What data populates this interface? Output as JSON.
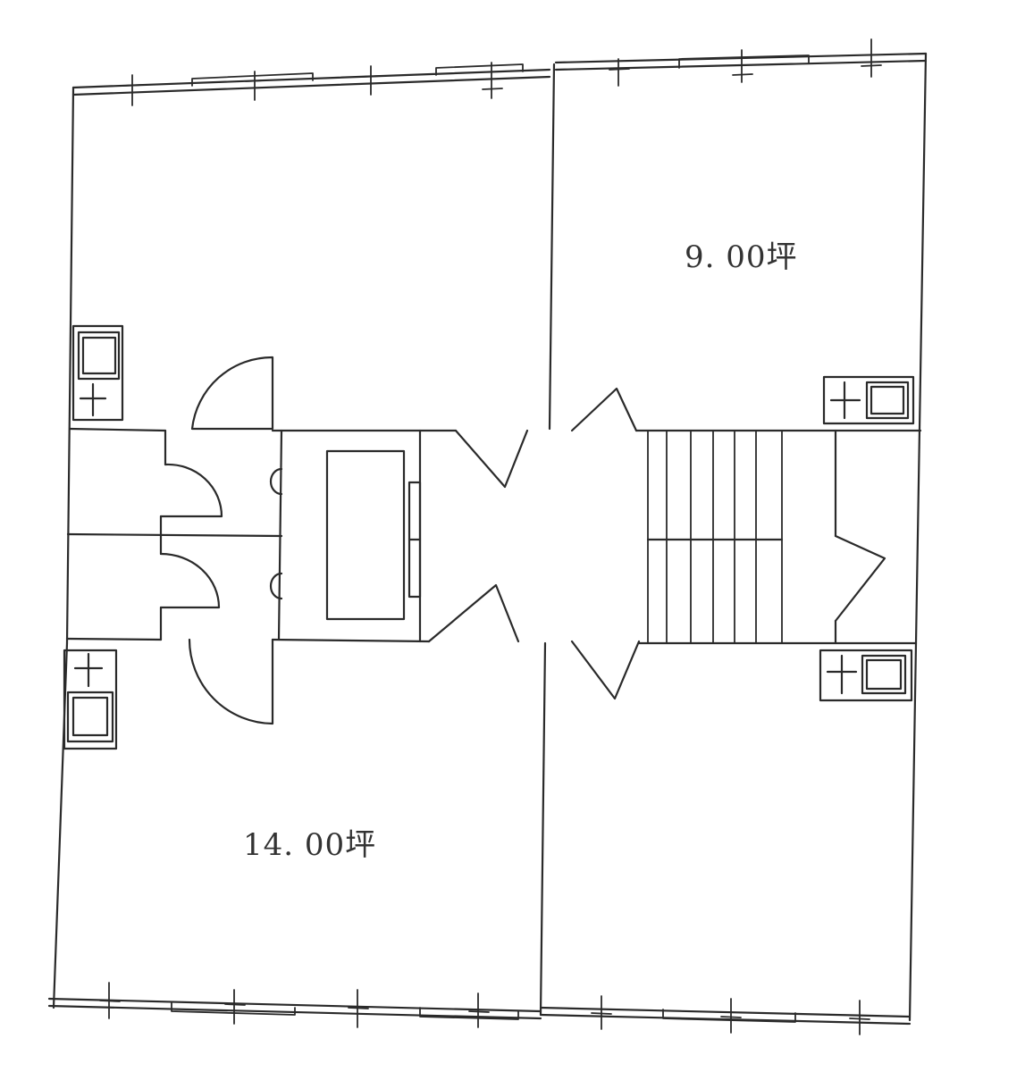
{
  "floor_plan": {
    "rooms": [
      {
        "id": "upper-right-room",
        "area_label": "9. 00坪"
      },
      {
        "id": "lower-left-room",
        "area_label": "14. 00坪"
      }
    ],
    "line_color": "#2a2a2a",
    "background": "#ffffff"
  }
}
